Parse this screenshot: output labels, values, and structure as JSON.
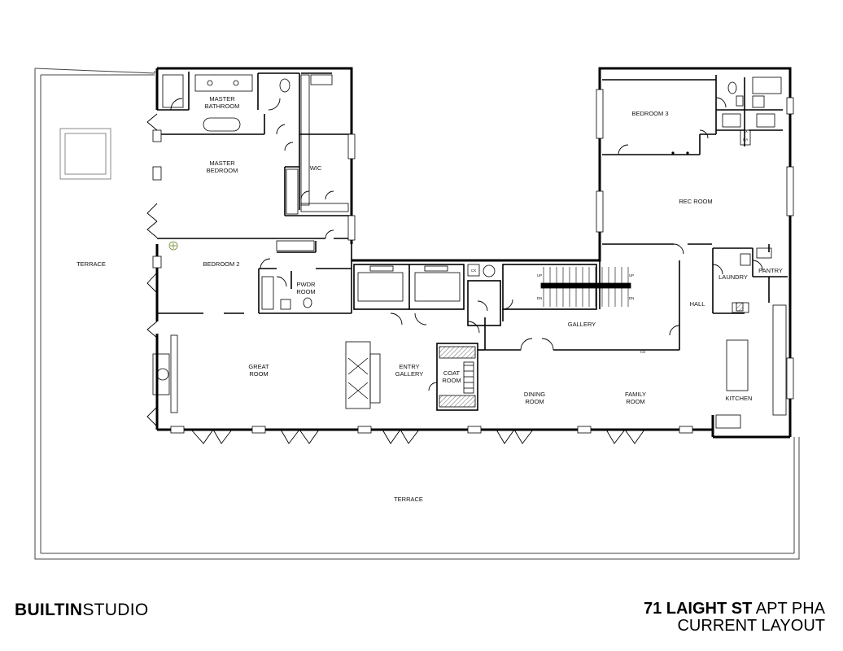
{
  "brand": {
    "part1": "BUILTIN",
    "part2": "STUDIO"
  },
  "project": {
    "address": "71 LAIGHT ST",
    "unit": "APT PHA",
    "subtitle": "CURRENT LAYOUT"
  },
  "rooms": {
    "master_bathroom": [
      "MASTER",
      "BATHROOM"
    ],
    "master_bedroom": [
      "MASTER",
      "BEDROOM"
    ],
    "wic": [
      "WIC"
    ],
    "bedroom2": [
      "BEDROOM 2"
    ],
    "pwdr": [
      "PWDR",
      "ROOM"
    ],
    "terrace_west": [
      "TERRACE"
    ],
    "terrace_south": [
      "TERRACE"
    ],
    "great_room": [
      "GREAT",
      "ROOM"
    ],
    "entry_gallery": [
      "ENTRY",
      "GALLERY"
    ],
    "coat_room": [
      "COAT",
      "ROOM"
    ],
    "gallery": [
      "GALLERY"
    ],
    "dining_room": [
      "DINING",
      "ROOM"
    ],
    "family_room": [
      "FAMILY",
      "ROOM"
    ],
    "bedroom3": [
      "BEDROOM 3"
    ],
    "rec_room": [
      "REC ROOM"
    ],
    "hall": [
      "HALL"
    ],
    "laundry": [
      "LAUNDRY"
    ],
    "pantry": [
      "PANTRY"
    ],
    "kitchen": [
      "KITCHEN"
    ]
  },
  "small_labels": {
    "cx": "CX",
    "cs": "CS",
    "tx": "TX",
    "oa": "OA",
    "up": "UP",
    "dn": "DN"
  }
}
